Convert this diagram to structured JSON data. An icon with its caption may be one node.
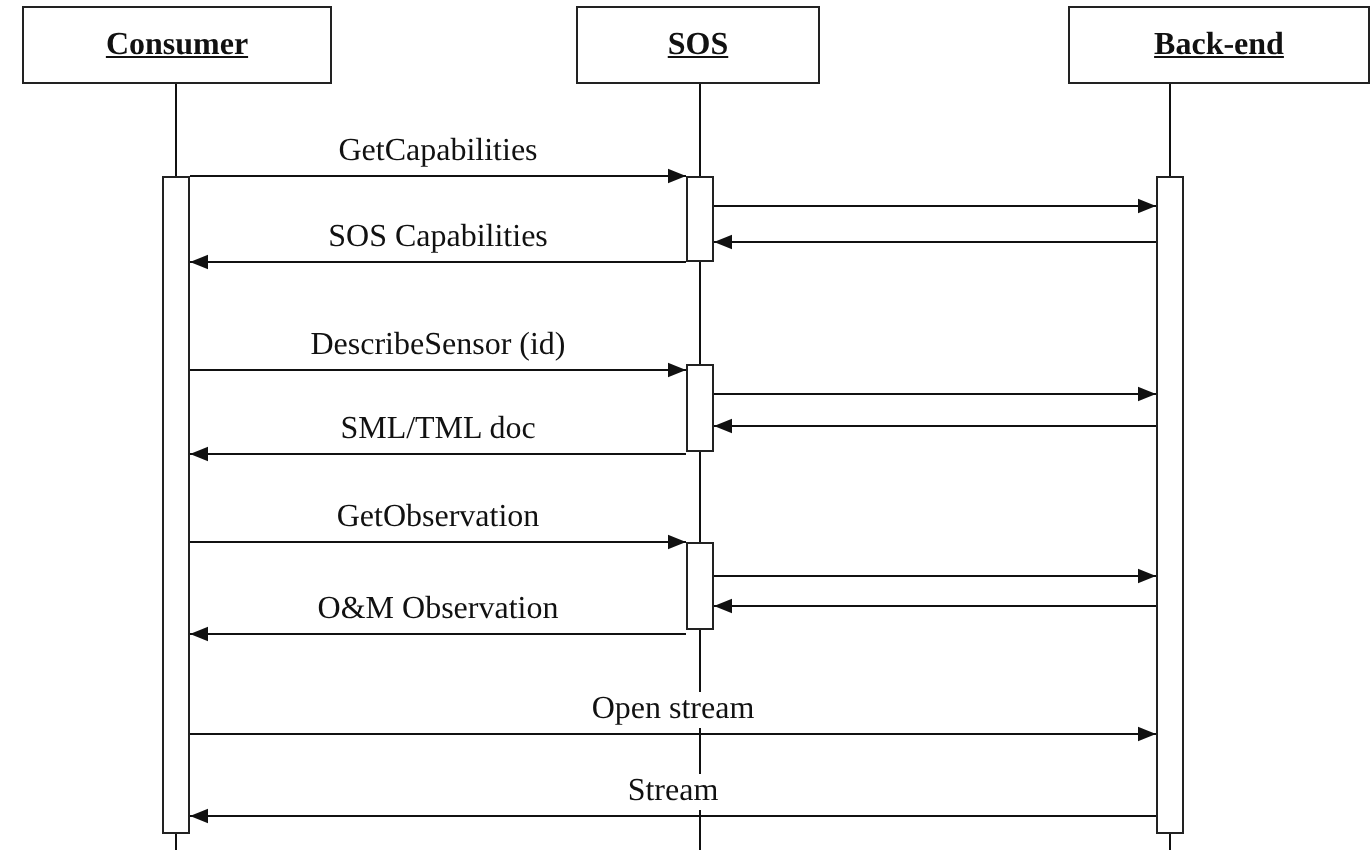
{
  "diagram": {
    "nodes": [
      {
        "text": [
          "Consumer"
        ]
      },
      {
        "text": [
          "SOS"
        ]
      },
      {
        "text": [
          "Back-end"
        ]
      },
      {
        "text": [],
        "shape": "bar"
      },
      {
        "text": [],
        "shape": "bar"
      },
      {
        "text": [],
        "shape": "bar"
      },
      {
        "text": [],
        "shape": "bar"
      },
      {
        "text": [],
        "shape": "bar"
      }
    ],
    "edges": [
      {
        "from": 0,
        "to": 3,
        "arrow": "none"
      },
      {
        "from": 3,
        "to": null,
        "arrow": "none"
      },
      {
        "from": 1,
        "to": 4,
        "arrow": "none"
      },
      {
        "from": 4,
        "to": 5,
        "arrow": "none"
      },
      {
        "from": 5,
        "to": 6,
        "arrow": "none"
      },
      {
        "from": 6,
        "to": null,
        "arrow": "none"
      },
      {
        "from": 2,
        "to": 7,
        "arrow": "none"
      },
      {
        "from": 7,
        "to": null,
        "arrow": "none"
      },
      {
        "from": 3,
        "to": 4,
        "arrow": "to",
        "label": "GetCapabilities"
      },
      {
        "from": 4,
        "to": 7,
        "arrow": "to"
      },
      {
        "from": 7,
        "to": 4,
        "arrow": "to"
      },
      {
        "from": 4,
        "to": 3,
        "arrow": "to",
        "label": "SOS Capabilities"
      },
      {
        "from": 3,
        "to": 5,
        "arrow": "to",
        "label": "DescribeSensor (id)"
      },
      {
        "from": 5,
        "to": 7,
        "arrow": "to"
      },
      {
        "from": 7,
        "to": 5,
        "arrow": "to"
      },
      {
        "from": 5,
        "to": 3,
        "arrow": "to",
        "label": "SML/TML doc"
      },
      {
        "from": 3,
        "to": 6,
        "arrow": "to",
        "label": "GetObservation"
      },
      {
        "from": 6,
        "to": 7,
        "arrow": "to"
      },
      {
        "from": 7,
        "to": 6,
        "arrow": "to"
      },
      {
        "from": 6,
        "to": 3,
        "arrow": "to",
        "label": "O&M Observation"
      },
      {
        "from": 3,
        "to": 7,
        "arrow": "to",
        "label": "Open stream"
      },
      {
        "from": 7,
        "to": 3,
        "arrow": "to",
        "label": "Stream"
      }
    ]
  }
}
